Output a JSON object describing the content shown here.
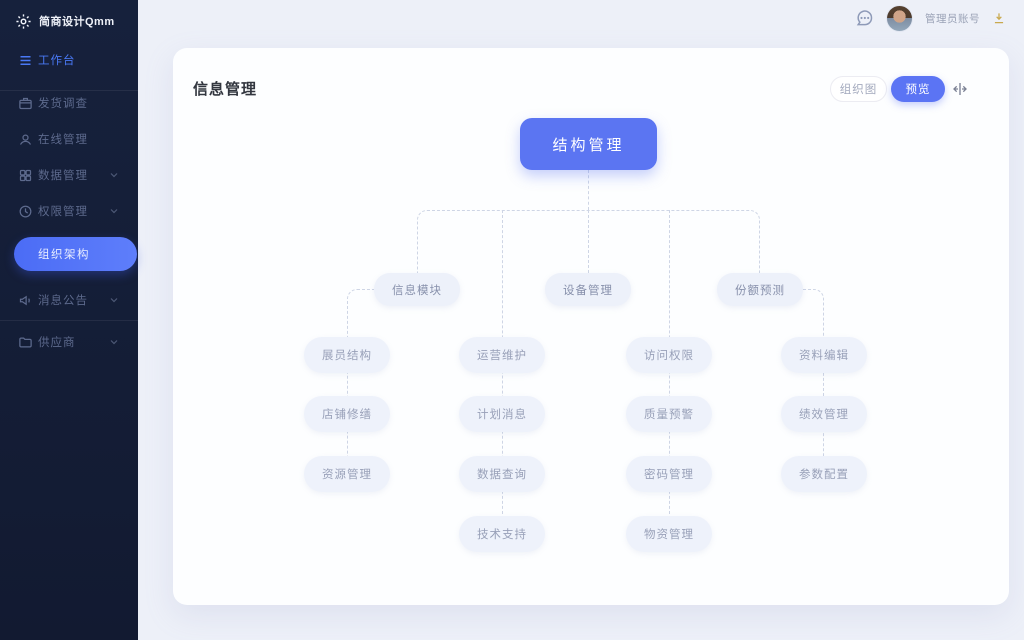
{
  "brand": {
    "name": "简商设计Qmm"
  },
  "sidebar": {
    "items": [
      {
        "label": "工作台"
      },
      {
        "label": "发货调查"
      },
      {
        "label": "在线管理"
      },
      {
        "label": "数据管理"
      },
      {
        "label": "权限管理"
      },
      {
        "label": "组织架构"
      },
      {
        "label": "消息公告"
      },
      {
        "label": "供应商"
      }
    ]
  },
  "header": {
    "username": "管理员账号"
  },
  "page": {
    "title": "信息管理",
    "ghost_button": "组织图",
    "primary_button": "预览"
  },
  "orgchart": {
    "root": "结构管理",
    "branches": [
      "信息模块",
      "设备管理",
      "份额预测"
    ],
    "columns": [
      [
        "展员结构",
        "店铺修缮",
        "资源管理"
      ],
      [
        "运营维护",
        "计划消息",
        "数据查询",
        "技术支持"
      ],
      [
        "访问权限",
        "质量预警",
        "密码管理",
        "物资管理"
      ],
      [
        "资料编辑",
        "绩效管理",
        "参数配置"
      ]
    ]
  }
}
